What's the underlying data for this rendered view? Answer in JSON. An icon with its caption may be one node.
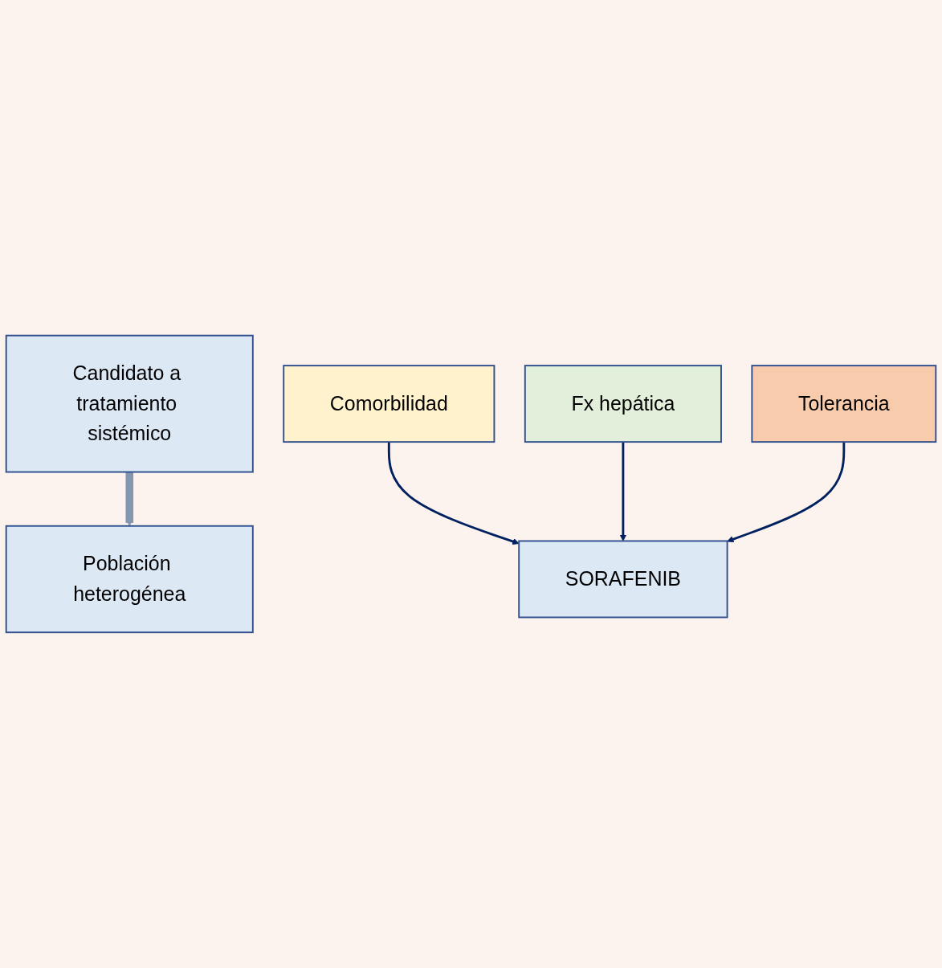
{
  "diagram": {
    "nodes": [
      {
        "text": [
          "Candidato a tratamiento sistémico"
        ]
      },
      {
        "text": [
          "Población heterogénea"
        ]
      },
      {
        "text": [
          "Comorbilidad"
        ]
      },
      {
        "text": [
          "Fx hepática"
        ]
      },
      {
        "text": [
          "Tolerancia"
        ]
      },
      {
        "text": [
          "SORAFENIB"
        ]
      }
    ],
    "edges": [
      {
        "from": 0,
        "to": 1,
        "arrow": "to",
        "style": "thick",
        "color": "#8497b0"
      },
      {
        "from": 2,
        "to": 5,
        "arrow": "to"
      },
      {
        "from": 3,
        "to": 5,
        "arrow": "to"
      },
      {
        "from": 4,
        "to": 5,
        "arrow": "to"
      }
    ]
  }
}
